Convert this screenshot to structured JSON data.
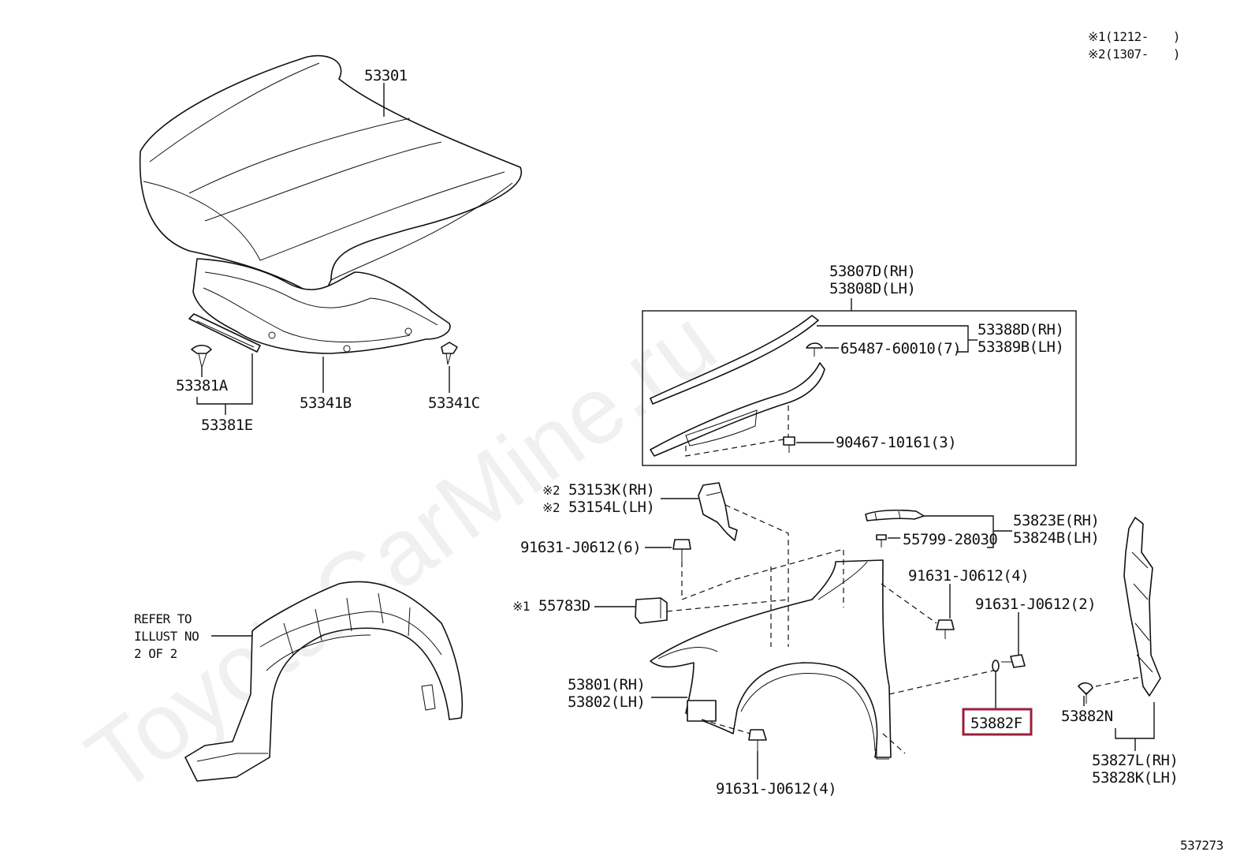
{
  "watermark": "ToyotaCarMine.ru",
  "legend": [
    {
      "mark": "※1",
      "range": "(1212-　　)"
    },
    {
      "mark": "※2",
      "range": "(1307-　　)"
    }
  ],
  "refer_note": [
    "REFER TO",
    "ILLUST NO",
    "2 OF 2"
  ],
  "labels": {
    "hood": "53301",
    "hood_insulator": "53341B",
    "hood_clip": "53341C",
    "seal_clip": "53381A",
    "seal": "53381E",
    "seal_assy_rh": "53807D(RH)",
    "seal_assy_lh": "53808D(LH)",
    "seal_upper_rh": "53388D(RH)",
    "seal_upper_lh": "53389B(LH)",
    "clip_65487": "65487-60010(7)",
    "clip_90467": "90467-10161(3)",
    "bracket_rh": "53153K(RH)",
    "bracket_lh": "53154L(LH)",
    "bolt_6": "91631-J0612(6)",
    "cushion": "55783D",
    "fender_rh": "53801(RH)",
    "fender_lh": "53802(LH)",
    "bolt_4_bottom": "91631-J0612(4)",
    "bolt_4_top": "91631-J0612(4)",
    "bolt_2": "91631-J0612(2)",
    "clip_55799": "55799-28030",
    "protector_rh": "53823E(RH)",
    "protector_lh": "53824B(LH)",
    "washer": "53882F",
    "seal_rear_clip": "53882N",
    "seal_rear_rh": "53827L(RH)",
    "seal_rear_lh": "53828K(LH)"
  },
  "marks": {
    "m1": "※1",
    "m2": "※2"
  },
  "diagram_no": "537273",
  "highlight_color": "#9c1f3a"
}
